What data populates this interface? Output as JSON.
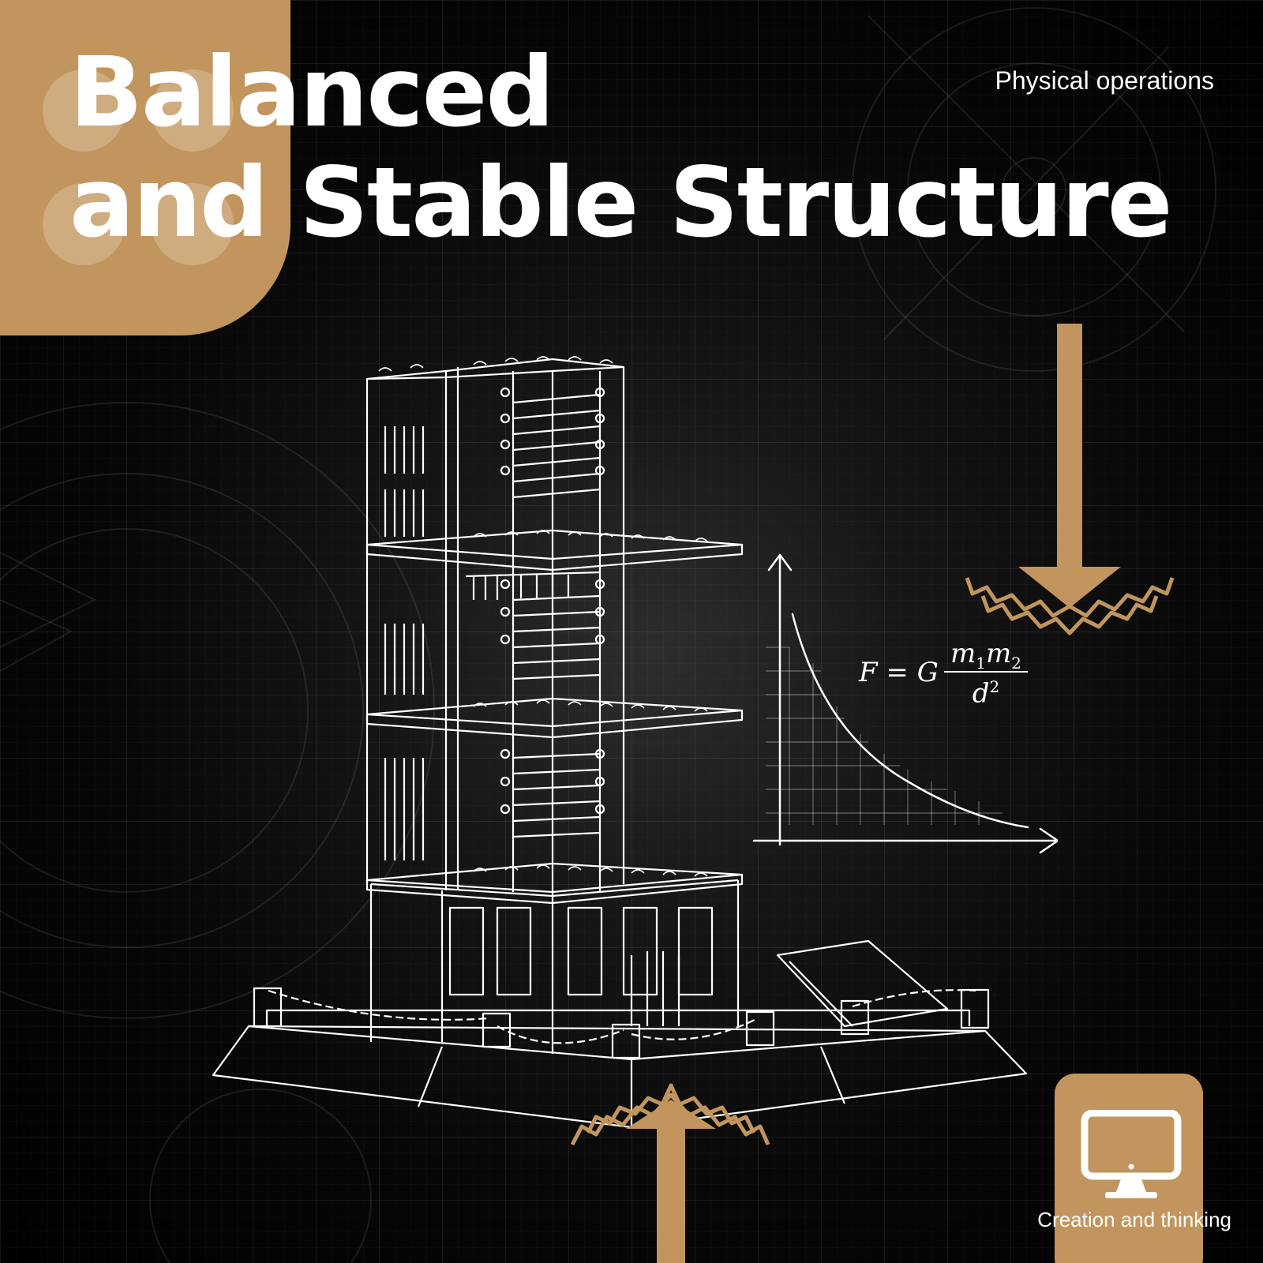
{
  "headline": {
    "line1": "Balanced",
    "line2": "and Stable Structure"
  },
  "top_label": "Physical operations",
  "formula": {
    "lhs": "F = G",
    "m1": "m",
    "sub1": "1",
    "m2": "m",
    "sub2": "2",
    "den": "d",
    "sup": "2"
  },
  "bottom_label": "Creation and thinking",
  "colors": {
    "accent": "#c1955d",
    "background": "#000000",
    "line": "#ffffff"
  },
  "icons": {
    "force_down": "down-arrow-icon",
    "force_up": "up-arrow-icon",
    "card": "monitor-icon"
  }
}
